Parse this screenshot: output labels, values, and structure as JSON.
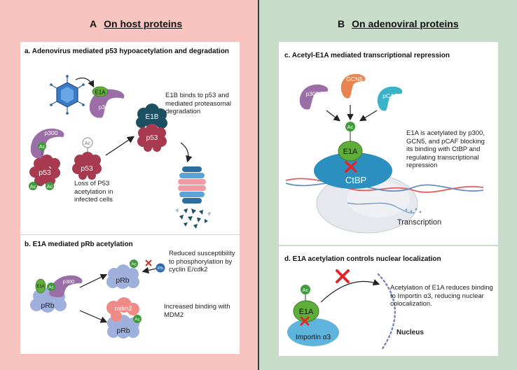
{
  "left": {
    "letter": "A",
    "title": "On host proteins",
    "panel_a": {
      "title": "a. Adenovirus mediated p53 hypoacetylation and degradation",
      "labels": {
        "p300": "p300",
        "ac": "Ac",
        "p53": "p53",
        "e1a": "E1A",
        "e1b": "E1B"
      },
      "loss_text": "Loss of P53 acetylation in infected cells",
      "e1b_text": "E1B binds to p53 and mediated proteasomal degradation"
    },
    "panel_b": {
      "title": "b. E1A mediated pRb acetylation",
      "labels": {
        "prb": "pRb",
        "p300": "p300",
        "e1a": "E1A",
        "ac": "Ac",
        "mdm2": "mdm2",
        "ph": "Ph"
      },
      "reduced_text": "Reduced susceptibility to phosphorylation by cyclin E/cdk2",
      "increased_text": "Increased binding with MDM2"
    }
  },
  "right": {
    "letter": "B",
    "title": "On adenoviral proteins",
    "panel_c": {
      "title": "c. Acetyl-E1A mediated transcriptional repression",
      "labels": {
        "p300": "p300",
        "gcn5": "GCN5",
        "pcaf": "pCAF",
        "ac": "Ac",
        "e1a": "E1A",
        "ctbp": "CtBP"
      },
      "desc_text": "E1A is acetylated by p300, GCN5, and pCAF blocking its binding with CtBP and regulating transcriptional repression",
      "transcription": "Transcription"
    },
    "panel_d": {
      "title": "d. E1A acetylation controls nuclear localization",
      "labels": {
        "ac": "Ac",
        "e1a": "E1A",
        "importin": "Importin α3"
      },
      "desc_text": "Acetylation of E1A reduces binding to Importin α3, reducing nuclear colocalization.",
      "nucleus": "Nucleus"
    }
  },
  "colors": {
    "left_bg": "#f7c4bf",
    "right_bg": "#c7dcc9",
    "p300": "#9b6ea8",
    "p53": "#a83a4f",
    "e1a": "#5fae3a",
    "ac": "#3d9a3a",
    "prb": "#9fb0dc",
    "ctbp": "#2b8fbf",
    "gcn5": "#e8844f",
    "pcaf": "#3ab3c8",
    "inhibit": "#e0262b"
  }
}
